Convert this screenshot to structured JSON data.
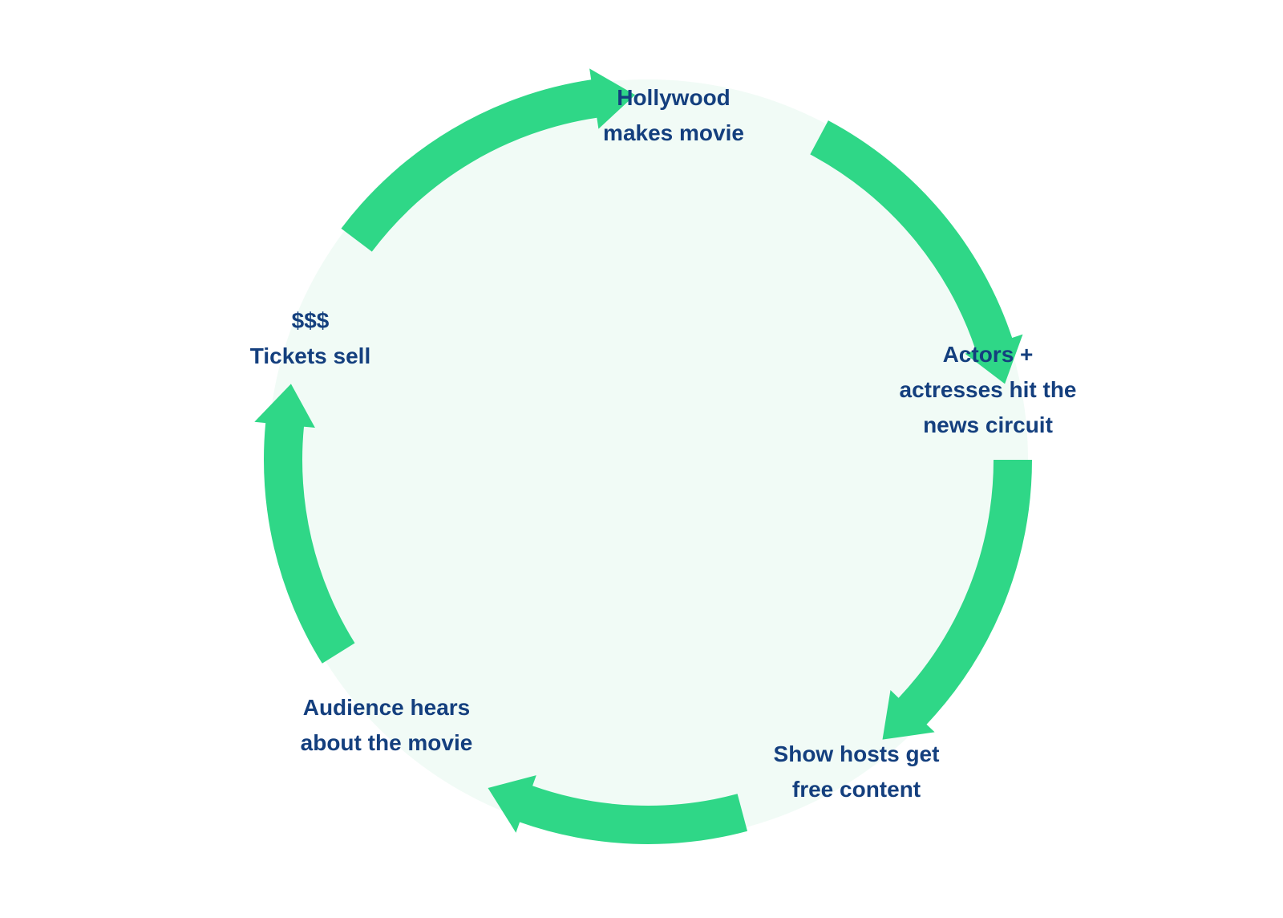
{
  "colors": {
    "background": "#ffffff",
    "circle_fill": "#f1fbf6",
    "arrow": "#2fd787",
    "text": "#143f7e"
  },
  "steps": [
    {
      "lines": [
        "Hollywood",
        "makes movie"
      ]
    },
    {
      "lines": [
        "Actors +",
        "actresses hit the",
        "news circuit"
      ]
    },
    {
      "lines": [
        "Show hosts get",
        "free content"
      ]
    },
    {
      "lines": [
        "Audience hears",
        "about the movie"
      ]
    },
    {
      "lines": [
        "$$$",
        "Tickets sell"
      ]
    }
  ],
  "arrows": [
    {
      "icon": "arrow-hollywood-to-actors"
    },
    {
      "icon": "arrow-actors-to-hosts"
    },
    {
      "icon": "arrow-hosts-to-audience"
    },
    {
      "icon": "arrow-audience-to-tickets"
    },
    {
      "icon": "arrow-tickets-to-hollywood"
    }
  ]
}
